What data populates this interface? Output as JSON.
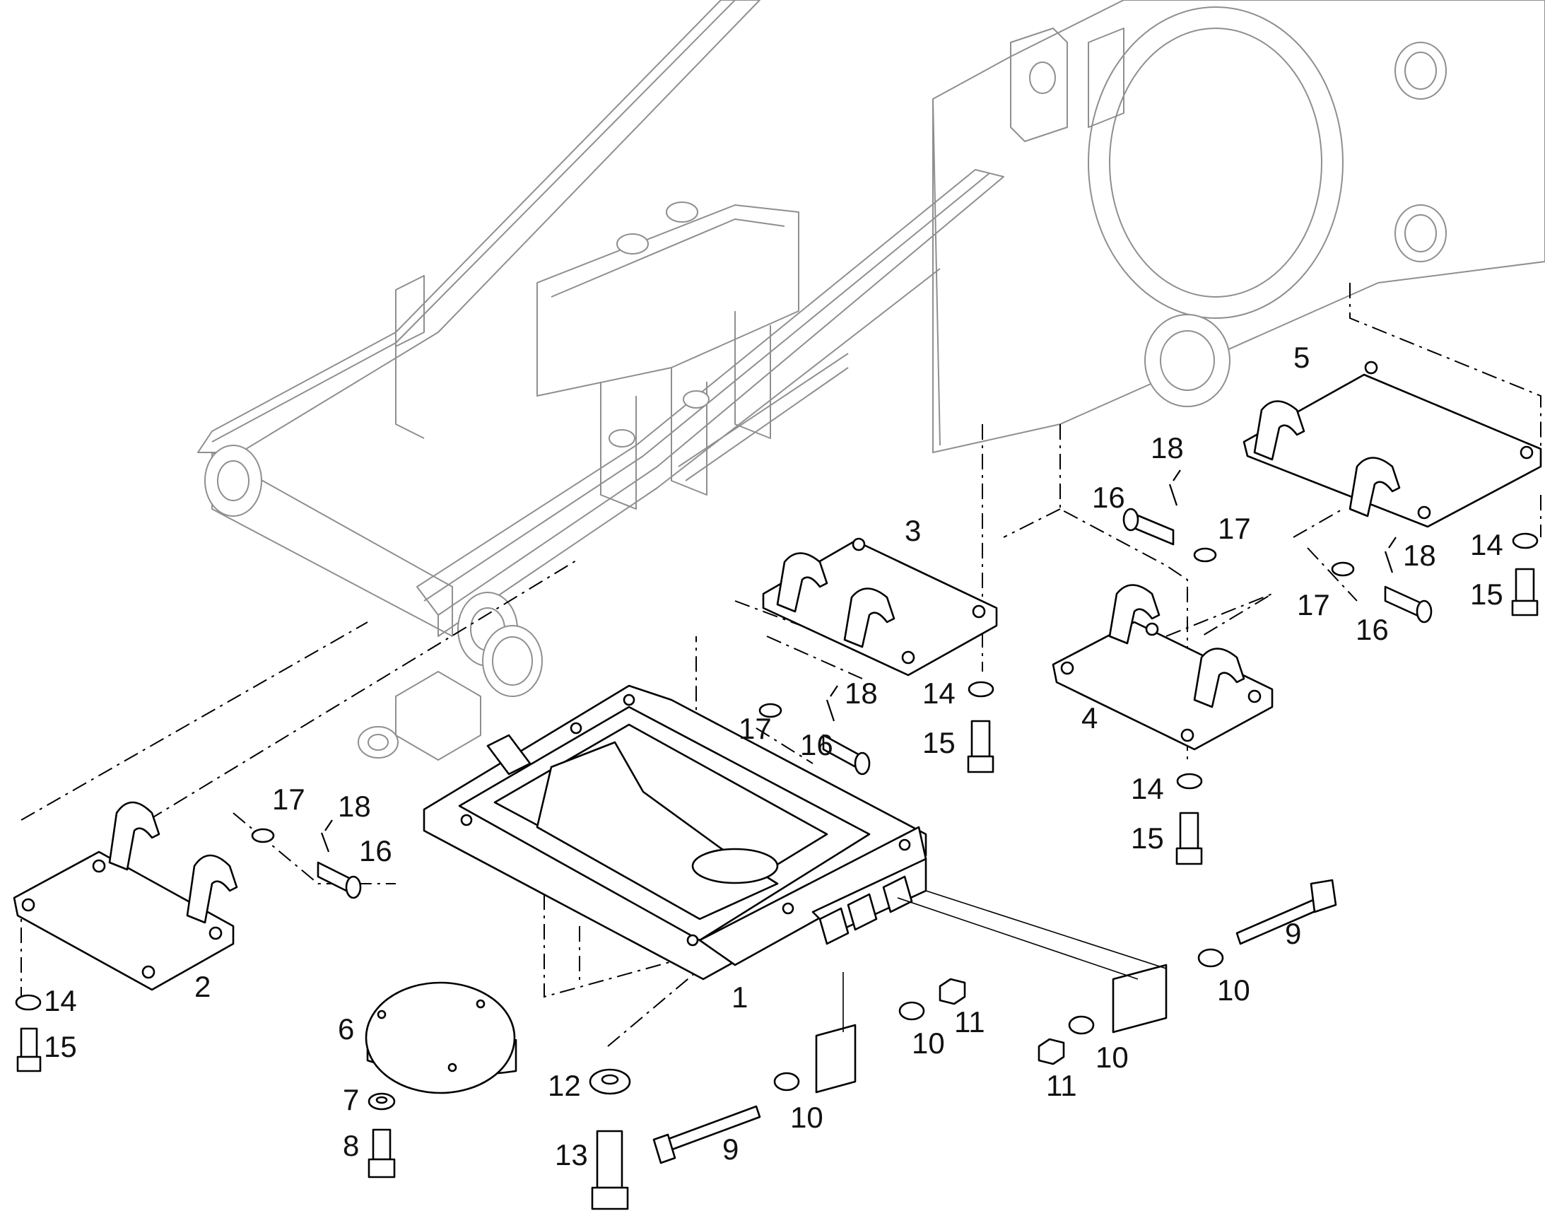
{
  "callouts": [
    {
      "id": "c1",
      "text": "1"
    },
    {
      "id": "c2",
      "text": "2"
    },
    {
      "id": "c3",
      "text": "3"
    },
    {
      "id": "c4",
      "text": "4"
    },
    {
      "id": "c5",
      "text": "5"
    },
    {
      "id": "c6",
      "text": "6"
    },
    {
      "id": "c7",
      "text": "7"
    },
    {
      "id": "c8",
      "text": "8"
    },
    {
      "id": "c9a",
      "text": "9"
    },
    {
      "id": "c9b",
      "text": "9"
    },
    {
      "id": "c10a",
      "text": "10"
    },
    {
      "id": "c10b",
      "text": "10"
    },
    {
      "id": "c10c",
      "text": "10"
    },
    {
      "id": "c10d",
      "text": "10"
    },
    {
      "id": "c11a",
      "text": "11"
    },
    {
      "id": "c11b",
      "text": "11"
    },
    {
      "id": "c12",
      "text": "12"
    },
    {
      "id": "c13",
      "text": "13"
    },
    {
      "id": "c14a",
      "text": "14"
    },
    {
      "id": "c14b",
      "text": "14"
    },
    {
      "id": "c14c",
      "text": "14"
    },
    {
      "id": "c14d",
      "text": "14"
    },
    {
      "id": "c15a",
      "text": "15"
    },
    {
      "id": "c15b",
      "text": "15"
    },
    {
      "id": "c15c",
      "text": "15"
    },
    {
      "id": "c15d",
      "text": "15"
    },
    {
      "id": "c16a",
      "text": "16"
    },
    {
      "id": "c16b",
      "text": "16"
    },
    {
      "id": "c16c",
      "text": "16"
    },
    {
      "id": "c16d",
      "text": "16"
    },
    {
      "id": "c17a",
      "text": "17"
    },
    {
      "id": "c17b",
      "text": "17"
    },
    {
      "id": "c17c",
      "text": "17"
    },
    {
      "id": "c17d",
      "text": "17"
    },
    {
      "id": "c18a",
      "text": "18"
    },
    {
      "id": "c18b",
      "text": "18"
    },
    {
      "id": "c18c",
      "text": "18"
    },
    {
      "id": "c18d",
      "text": "18"
    }
  ]
}
